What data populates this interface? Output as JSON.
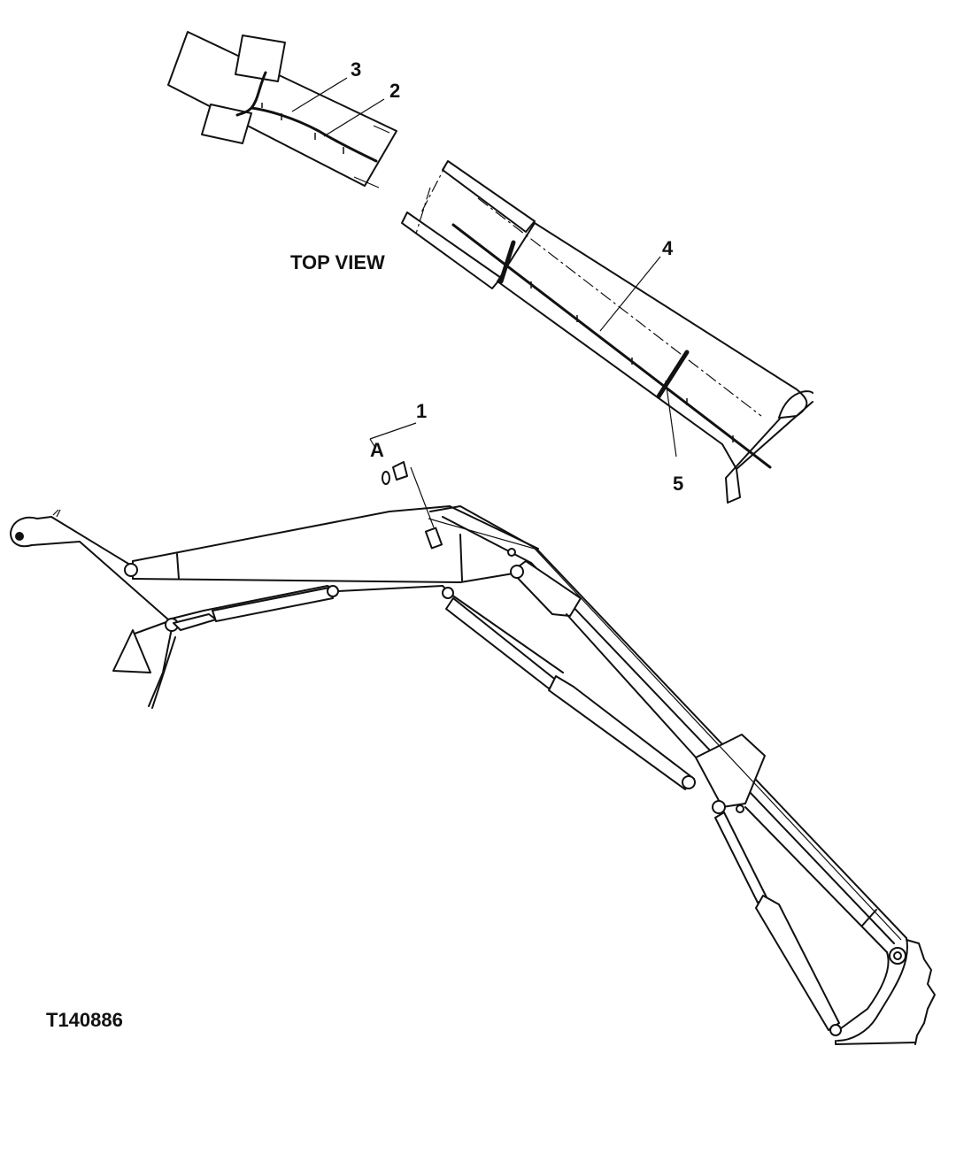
{
  "diagram": {
    "view_title": "TOP VIEW",
    "drawing_id": "T140886",
    "detail_label": "A",
    "callouts": [
      "1",
      "2",
      "3",
      "4",
      "5"
    ]
  }
}
